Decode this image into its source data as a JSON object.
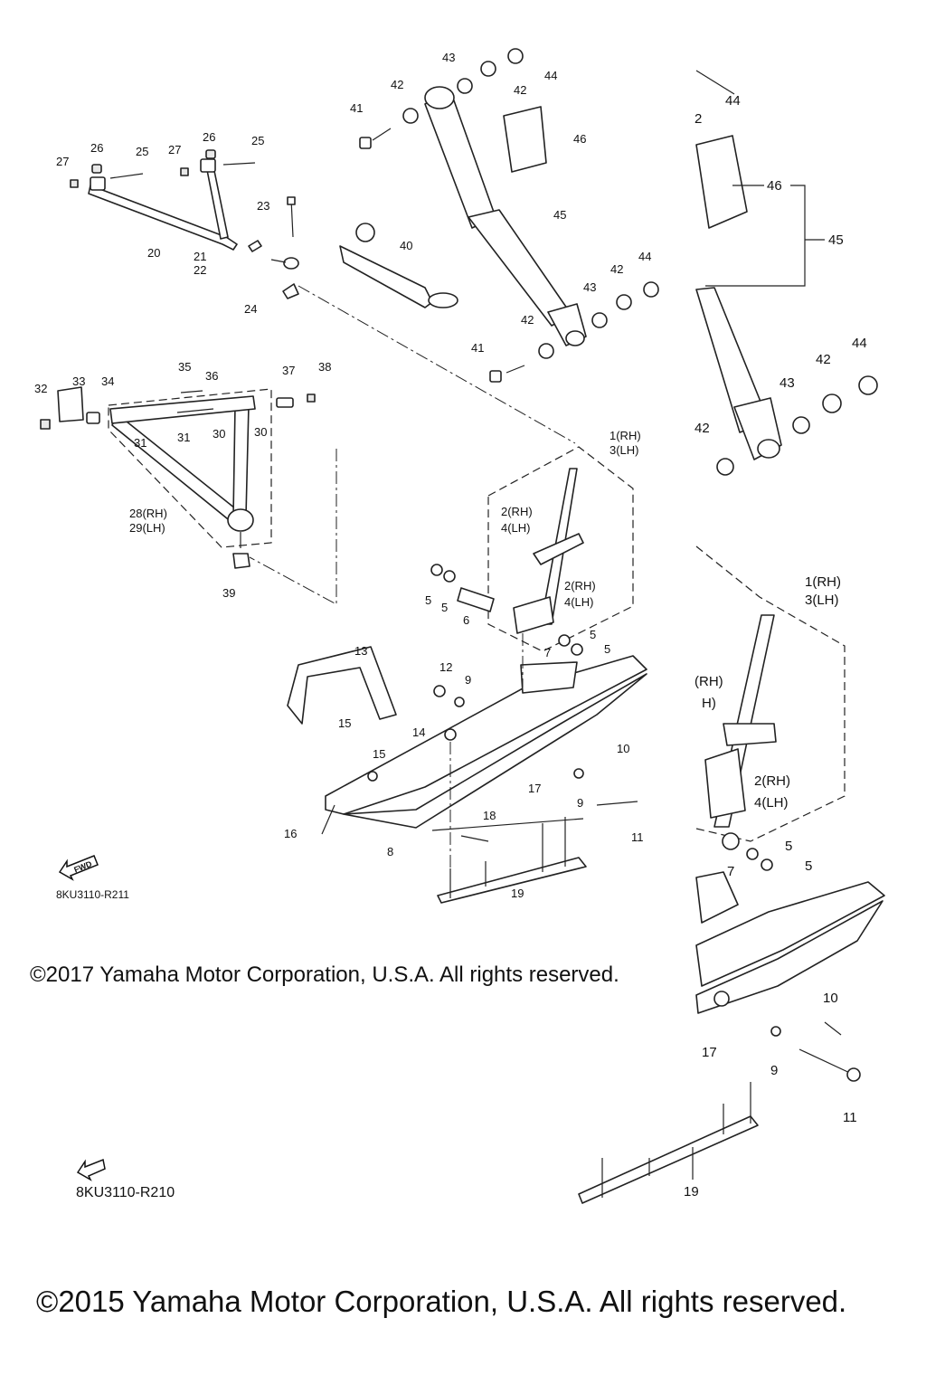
{
  "copyright_2017": "©2017 Yamaha Motor Corporation, U.S.A. All rights reserved.",
  "copyright_2015": "©2015 Yamaha Motor Corporation, U.S.A. All rights reserved.",
  "diagram_code_1": "8KU3110-R211",
  "diagram_code_2": "8KU3110-R210",
  "fwd_label": "FWD",
  "callouts": {
    "c1rh": "1(RH)",
    "c3lh": "3(LH)",
    "c2rh": "2(RH)",
    "c4lh": "4(LH)",
    "c5": "5",
    "c6": "6",
    "c7": "7",
    "c8": "8",
    "c9": "9",
    "c10": "10",
    "c11": "11",
    "c12": "12",
    "c13": "13",
    "c14": "14",
    "c15": "15",
    "c16": "16",
    "c17": "17",
    "c18": "18",
    "c19": "19",
    "c20": "20",
    "c21": "21",
    "c22": "22",
    "c23": "23",
    "c24": "24",
    "c25": "25",
    "c26": "26",
    "c27": "27",
    "c28rh": "28(RH)",
    "c29lh": "29(LH)",
    "c30": "30",
    "c31": "31",
    "c32": "32",
    "c33": "33",
    "c34": "34",
    "c35": "35",
    "c36": "36",
    "c37": "37",
    "c38": "38",
    "c39": "39",
    "c40": "40",
    "c41": "41",
    "c42": "42",
    "c43": "43",
    "c44": "44",
    "c45": "45",
    "c46": "46",
    "c2": "2",
    "c2rh_frag": "2(RH)",
    "crh_frag": "(RH)",
    "ch_frag": "H)"
  }
}
